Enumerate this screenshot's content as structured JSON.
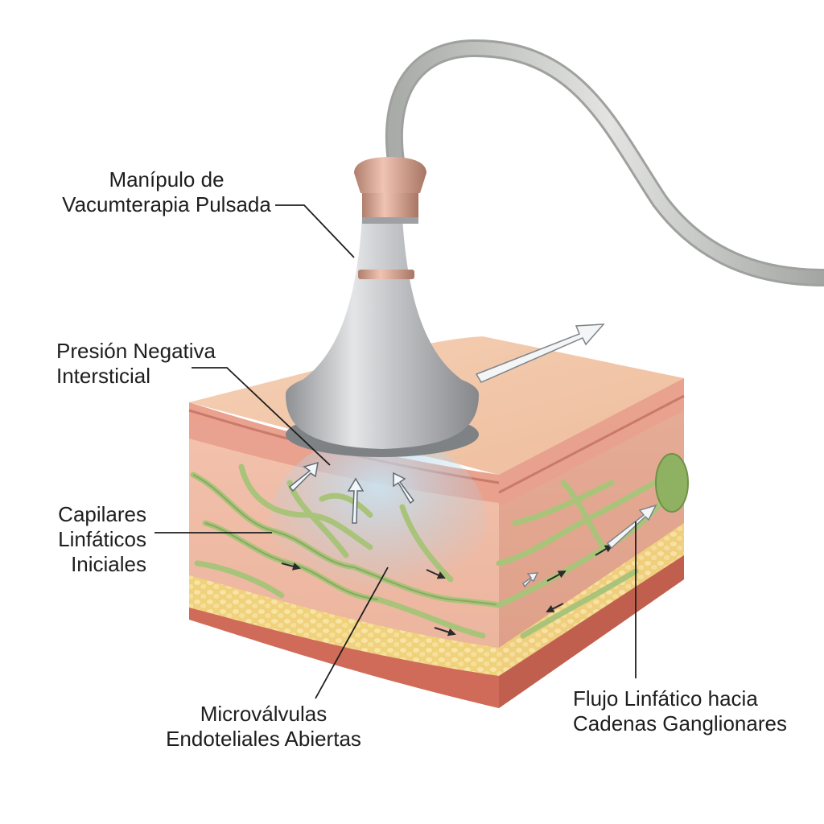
{
  "labels": {
    "handpiece": {
      "line1": "Manípulo de",
      "line2": "Vacumterapia Pulsada"
    },
    "pressure": {
      "line1": "Presión Negativa",
      "line2": "Intersticial"
    },
    "capillaries": {
      "line1": "Capilares",
      "line2": "Linfáticos",
      "line3": "Iniciales"
    },
    "microvalves": {
      "line1": "Microválvulas",
      "line2": "Endoteliales Abiertas"
    },
    "flow": {
      "line1": "Flujo Linfático hacia",
      "line2": "Cadenas Ganglionares"
    }
  },
  "colors": {
    "background": "#ffffff",
    "skin_surface": "#f2c8a8",
    "dermis": "#f0b9a4",
    "fat": "#f3d98a",
    "muscle": "#d9715f",
    "lymph_vessel": "#a9c47a",
    "lymph_node": "#8fb262",
    "handpiece_metal": "#b8babd",
    "handpiece_ring": "#d9a592",
    "cable": "#c9cbc8",
    "suction_cloud": "#a9cfe6",
    "leader_line": "#1e1e1e"
  }
}
